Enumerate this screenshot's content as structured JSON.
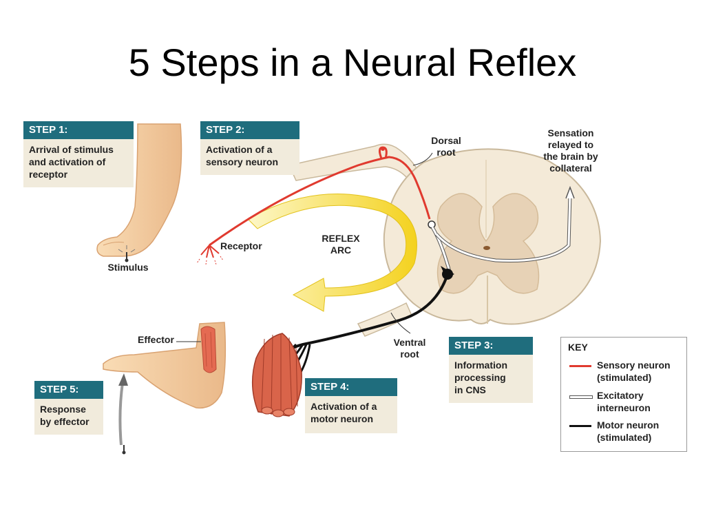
{
  "title": "5 Steps in a Neural Reflex",
  "steps": [
    {
      "head": "STEP 1:",
      "body": "Arrival of stimulus\nand activation of\nreceptor"
    },
    {
      "head": "STEP 2:",
      "body": "Activation of a\nsensory neuron"
    },
    {
      "head": "STEP 3:",
      "body": "Information\nprocessing\nin CNS"
    },
    {
      "head": "STEP 4:",
      "body": "Activation of a\nmotor neuron"
    },
    {
      "head": "STEP 5:",
      "body": "Response\nby effector"
    }
  ],
  "labels": {
    "dorsal_root": "Dorsal\nroot",
    "sensation": "Sensation\nrelayed to\nthe brain by\ncollateral",
    "receptor": "Receptor",
    "stimulus": "Stimulus",
    "reflex_arc": "REFLEX\nARC",
    "effector": "Effector",
    "ventral_root": "Ventral\nroot"
  },
  "key": {
    "title": "KEY",
    "items": [
      {
        "label": "Sensory neuron\n(stimulated)",
        "color": "#e03a2f"
      },
      {
        "label": "Excitatory\ninterneuron",
        "color": "#ffffff"
      },
      {
        "label": "Motor neuron\n(stimulated)",
        "color": "#111111"
      }
    ]
  },
  "colors": {
    "step_header": "#1f6d7d",
    "step_body": "#f1ebdc",
    "sensory": "#e03a2f",
    "motor": "#111111",
    "arc": "#f7e64a",
    "skin": "#f6cfa0",
    "spinal_cord": "#f4ead8",
    "gray_matter": "#e7d2b6"
  }
}
